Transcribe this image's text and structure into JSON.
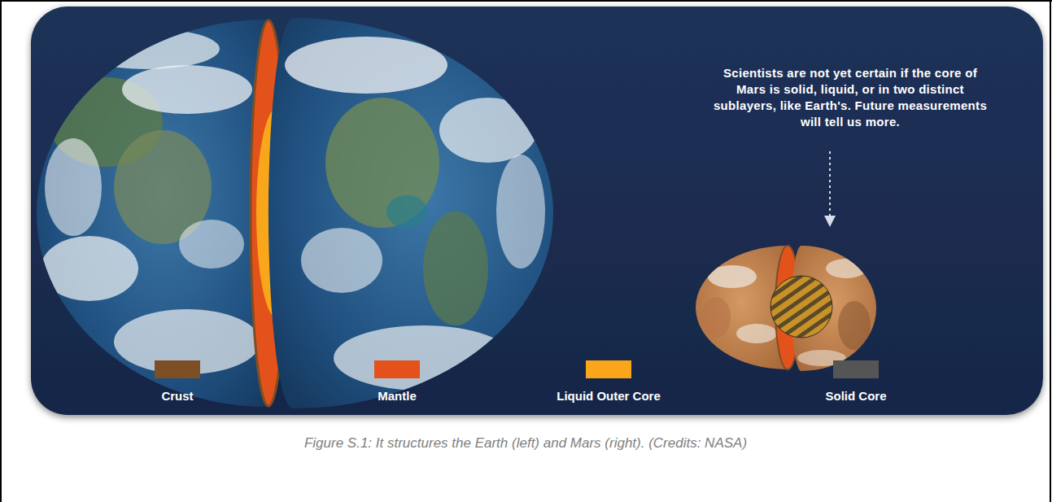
{
  "diagram": {
    "caption": "Figure S.1: It structures the Earth (left) and Mars (right). (Credits: NASA)",
    "labels": [
      "Scientists are not yet certain if the core of Mars is solid, liquid, or in two distinct sublayers, like Earth's. Future measurements will tell us more."
    ],
    "legend": [
      {
        "text": "Crust",
        "color": "#7d4f24"
      },
      {
        "text": "Mantle",
        "color": "#e4521b"
      },
      {
        "text": "Liquid Outer Core",
        "color": "#f9a61a"
      },
      {
        "text": "Solid Core",
        "color": "#555555"
      }
    ]
  }
}
